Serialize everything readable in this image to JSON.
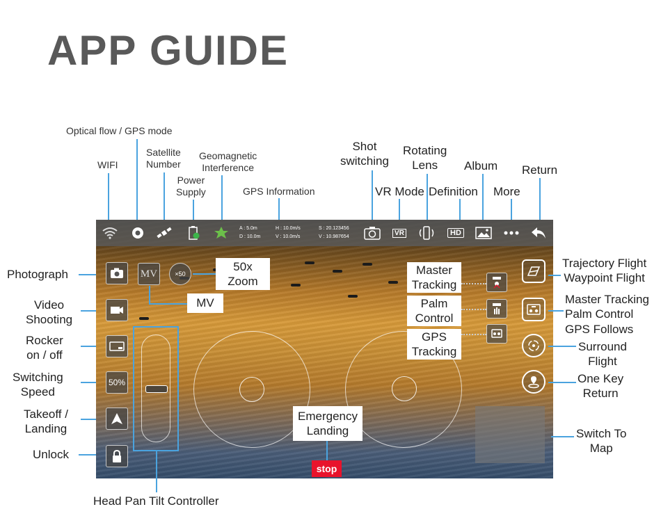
{
  "title": "APP GUIDE",
  "top_labels": {
    "optical_flow": "Optical flow / GPS mode",
    "wifi": "WIFI",
    "satellite": "Satellite\nNumber",
    "geomagnetic": "Geomagnetic\nInterference",
    "power": "Power\nSupply",
    "gps_info": "GPS Information",
    "shot_switching": "Shot\nswitching",
    "rotating_lens": "Rotating\nLens",
    "album": "Album",
    "return": "Return",
    "vr_mode": "VR Mode",
    "definition": "Definition",
    "more": "More"
  },
  "telemetry": {
    "a": "A : 5.0m",
    "d": "D : 10.0m",
    "h": "H : 10.0m/s",
    "v": "V : 10.0m/s",
    "s": "S : 20.123456",
    "v2": "V : 10.987654"
  },
  "left_labels": {
    "photograph": "Photograph",
    "video": "Video\nShooting",
    "rocker": "Rocker\non / off",
    "speed": "Switching\nSpeed",
    "takeoff": "Takeoff /\nLanding",
    "unlock": "Unlock"
  },
  "screen_buttons": {
    "mv": "MV",
    "zoom": "×50",
    "speed": "50%",
    "vr": "VR",
    "hd": "HD",
    "stop": "stop"
  },
  "callouts": {
    "zoom": "50x\nZoom",
    "mv": "MV",
    "master_tracking": "Master\nTracking",
    "palm_control": "Palm\nControl",
    "gps_tracking": "GPS\nTracking",
    "emergency": "Emergency\nLanding"
  },
  "right_labels": {
    "trajectory": "Trajectory Flight\nWaypoint Flight",
    "master_palm_gps": "Master Tracking\nPalm Control\nGPS Follows",
    "surround": "Surround\nFlight",
    "one_key_return": "One Key\nReturn",
    "switch_map": "Switch To\nMap"
  },
  "bottom_label": "Head Pan Tilt Controller",
  "colors": {
    "accent_line": "#4aa3df",
    "stop": "#e8132c",
    "title": "#595959"
  }
}
